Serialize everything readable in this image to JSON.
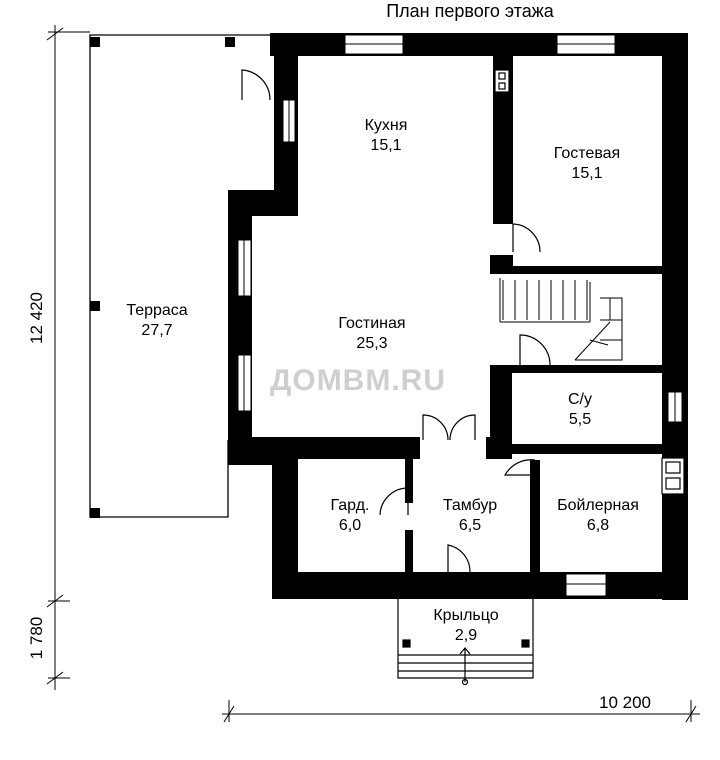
{
  "title": "План первого этажа",
  "watermark": "ДОМВМ.RU",
  "dimensions": {
    "height_main": "12 420",
    "height_porch": "1 780",
    "width": "10 200"
  },
  "rooms": {
    "kitchen": {
      "name": "Кухня",
      "area": "15,1"
    },
    "guest": {
      "name": "Гостевая",
      "area": "15,1"
    },
    "living": {
      "name": "Гостиная",
      "area": "25,3"
    },
    "terrace": {
      "name": "Терраса",
      "area": "27,7"
    },
    "bathroom": {
      "name": "С/у",
      "area": "5,5"
    },
    "wardrobe": {
      "name": "Гард.",
      "area": "6,0"
    },
    "vestibule": {
      "name": "Тамбур",
      "area": "6,5"
    },
    "boiler": {
      "name": "Бойлерная",
      "area": "6,8"
    },
    "porch": {
      "name": "Крыльцо",
      "area": "2,9"
    }
  }
}
